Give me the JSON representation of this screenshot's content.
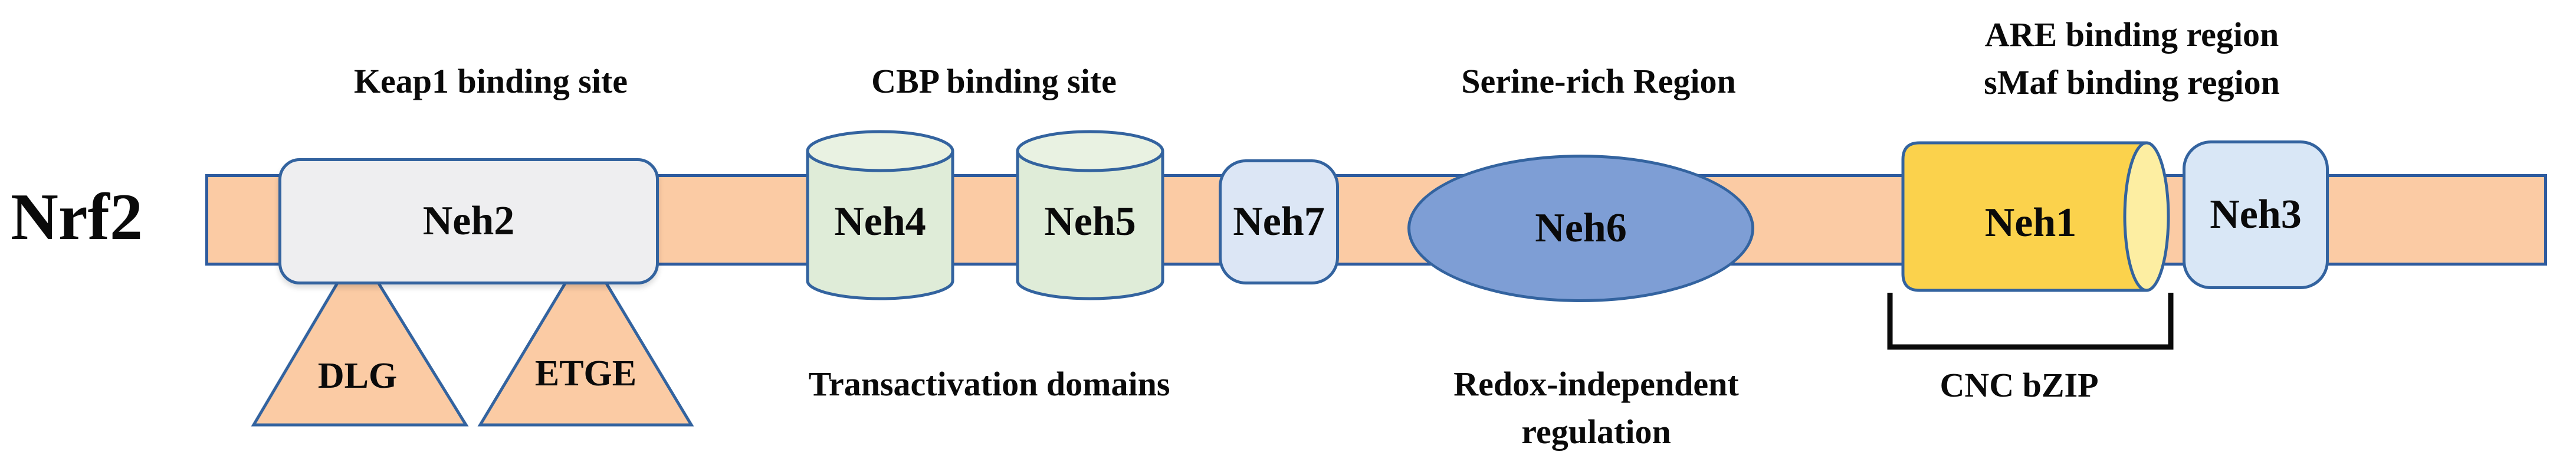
{
  "protein": {
    "name": "Nrf2"
  },
  "annotations_top": {
    "keap1": "Keap1 binding site",
    "cbp": "CBP binding site",
    "serine": "Serine-rich Region",
    "are": "ARE binding region",
    "smaf": "sMaf binding region"
  },
  "domains": [
    {
      "id": "neh2",
      "label": "Neh2",
      "shape": "rounded-rectangle",
      "fill": "#EEEEF0"
    },
    {
      "id": "neh4",
      "label": "Neh4",
      "shape": "vertical-cylinder",
      "fill": "#DFECD8"
    },
    {
      "id": "neh5",
      "label": "Neh5",
      "shape": "vertical-cylinder",
      "fill": "#DFECD8"
    },
    {
      "id": "neh7",
      "label": "Neh7",
      "shape": "rounded-rectangle",
      "fill": "#DCE6F5"
    },
    {
      "id": "neh6",
      "label": "Neh6",
      "shape": "ellipse",
      "fill": "#7E9ED5"
    },
    {
      "id": "neh1",
      "label": "Neh1",
      "shape": "horizontal-cylinder",
      "fill": "#FBD24C"
    },
    {
      "id": "neh3",
      "label": "Neh3",
      "shape": "rounded-rectangle",
      "fill": "#D9E7F6"
    }
  ],
  "motifs": [
    {
      "id": "dlg",
      "label": "DLG"
    },
    {
      "id": "etge",
      "label": "ETGE"
    }
  ],
  "annotations_bottom": {
    "transactivation": "Transactivation domains",
    "redox_line1": "Redox-independent",
    "redox_line2": "regulation",
    "cnc": "CNC bZIP"
  },
  "colors": {
    "peach": "#FBCBA4",
    "barBorder": "#2E5B9E",
    "border": "#33639F",
    "neh2Fill": "#EEEEF0",
    "greenBody": "#DFECD8",
    "greenTop": "#E9F2E2",
    "lightBlue": "#DCE6F5",
    "neh6Fill": "#7E9ED5",
    "goldBody": "#FBD24C",
    "goldCap": "#FDEEA2",
    "neh3Fill": "#D9E7F6",
    "ink": "#0A0A0A"
  }
}
